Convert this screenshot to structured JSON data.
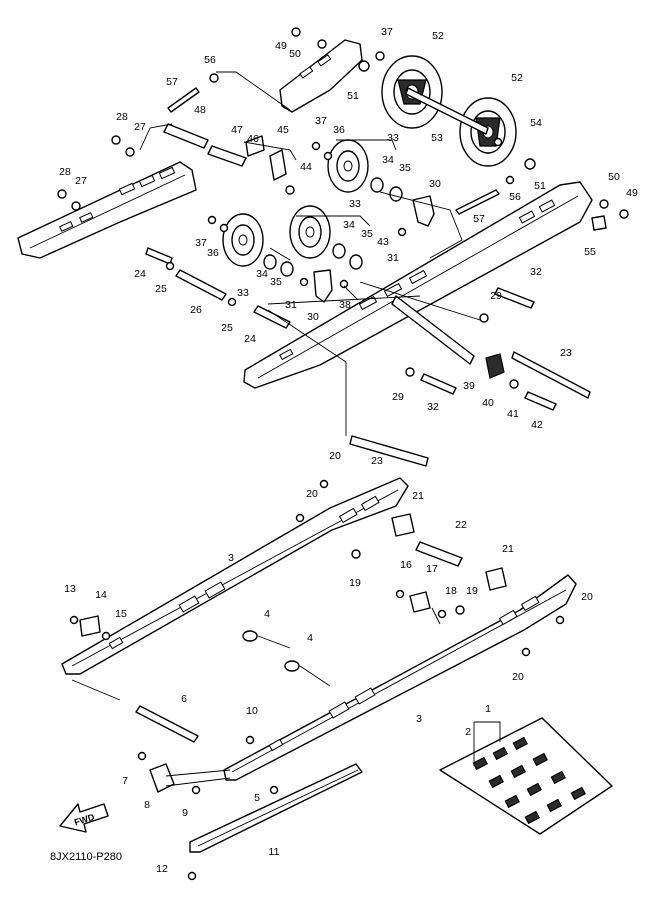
{
  "diagram_code": "8JX2110-P280",
  "fwd_label": "FWD",
  "callouts": [
    {
      "id": "c49a",
      "text": "49"
    },
    {
      "id": "c50a",
      "text": "50"
    },
    {
      "id": "c37a",
      "text": "37"
    },
    {
      "id": "c52a",
      "text": "52"
    },
    {
      "id": "c56a",
      "text": "56"
    },
    {
      "id": "c57a",
      "text": "57"
    },
    {
      "id": "c51a",
      "text": "51"
    },
    {
      "id": "c52b",
      "text": "52"
    },
    {
      "id": "c48",
      "text": "48"
    },
    {
      "id": "c28a",
      "text": "28"
    },
    {
      "id": "c27a",
      "text": "27"
    },
    {
      "id": "c47",
      "text": "47"
    },
    {
      "id": "c45",
      "text": "45"
    },
    {
      "id": "c46",
      "text": "46"
    },
    {
      "id": "c37b",
      "text": "37"
    },
    {
      "id": "c36a",
      "text": "36"
    },
    {
      "id": "c33a",
      "text": "33"
    },
    {
      "id": "c53",
      "text": "53"
    },
    {
      "id": "c54",
      "text": "54"
    },
    {
      "id": "c44",
      "text": "44"
    },
    {
      "id": "c34a",
      "text": "34"
    },
    {
      "id": "c35a",
      "text": "35"
    },
    {
      "id": "c51b",
      "text": "51"
    },
    {
      "id": "c50b",
      "text": "50"
    },
    {
      "id": "c49b",
      "text": "49"
    },
    {
      "id": "c28b",
      "text": "28"
    },
    {
      "id": "c27b",
      "text": "27"
    },
    {
      "id": "c30a",
      "text": "30"
    },
    {
      "id": "c56b",
      "text": "56"
    },
    {
      "id": "c33b",
      "text": "33"
    },
    {
      "id": "c57b",
      "text": "57"
    },
    {
      "id": "c37c",
      "text": "37"
    },
    {
      "id": "c36b",
      "text": "36"
    },
    {
      "id": "c34b",
      "text": "34"
    },
    {
      "id": "c35b",
      "text": "35"
    },
    {
      "id": "c43",
      "text": "43"
    },
    {
      "id": "c31a",
      "text": "31"
    },
    {
      "id": "c55",
      "text": "55"
    },
    {
      "id": "c24a",
      "text": "24"
    },
    {
      "id": "c25a",
      "text": "25"
    },
    {
      "id": "c34c",
      "text": "34"
    },
    {
      "id": "c35c",
      "text": "35"
    },
    {
      "id": "c33c",
      "text": "33"
    },
    {
      "id": "c31b",
      "text": "31"
    },
    {
      "id": "c38",
      "text": "38"
    },
    {
      "id": "c32a",
      "text": "32"
    },
    {
      "id": "c26",
      "text": "26"
    },
    {
      "id": "c25b",
      "text": "25"
    },
    {
      "id": "c30b",
      "text": "30"
    },
    {
      "id": "c29a",
      "text": "29"
    },
    {
      "id": "c24b",
      "text": "24"
    },
    {
      "id": "c23a",
      "text": "23"
    },
    {
      "id": "c39",
      "text": "39"
    },
    {
      "id": "c29b",
      "text": "29"
    },
    {
      "id": "c32b",
      "text": "32"
    },
    {
      "id": "c40",
      "text": "40"
    },
    {
      "id": "c41",
      "text": "41"
    },
    {
      "id": "c42",
      "text": "42"
    },
    {
      "id": "c23b",
      "text": "23"
    },
    {
      "id": "c20a",
      "text": "20"
    },
    {
      "id": "c20b",
      "text": "20"
    },
    {
      "id": "c21a",
      "text": "21"
    },
    {
      "id": "c22",
      "text": "22"
    },
    {
      "id": "c3a",
      "text": "3"
    },
    {
      "id": "c19a",
      "text": "19"
    },
    {
      "id": "c21b",
      "text": "21"
    },
    {
      "id": "c16",
      "text": "16"
    },
    {
      "id": "c17",
      "text": "17"
    },
    {
      "id": "c13",
      "text": "13"
    },
    {
      "id": "c14",
      "text": "14"
    },
    {
      "id": "c18",
      "text": "18"
    },
    {
      "id": "c19b",
      "text": "19"
    },
    {
      "id": "c20c",
      "text": "20"
    },
    {
      "id": "c15",
      "text": "15"
    },
    {
      "id": "c4a",
      "text": "4"
    },
    {
      "id": "c4b",
      "text": "4"
    },
    {
      "id": "c20d",
      "text": "20"
    },
    {
      "id": "c6",
      "text": "6"
    },
    {
      "id": "c3b",
      "text": "3"
    },
    {
      "id": "c1",
      "text": "1"
    },
    {
      "id": "c10",
      "text": "10"
    },
    {
      "id": "c2",
      "text": "2"
    },
    {
      "id": "c7",
      "text": "7"
    },
    {
      "id": "c5",
      "text": "5"
    },
    {
      "id": "c8",
      "text": "8"
    },
    {
      "id": "c9",
      "text": "9"
    },
    {
      "id": "c11",
      "text": "11"
    },
    {
      "id": "c12",
      "text": "12"
    }
  ]
}
